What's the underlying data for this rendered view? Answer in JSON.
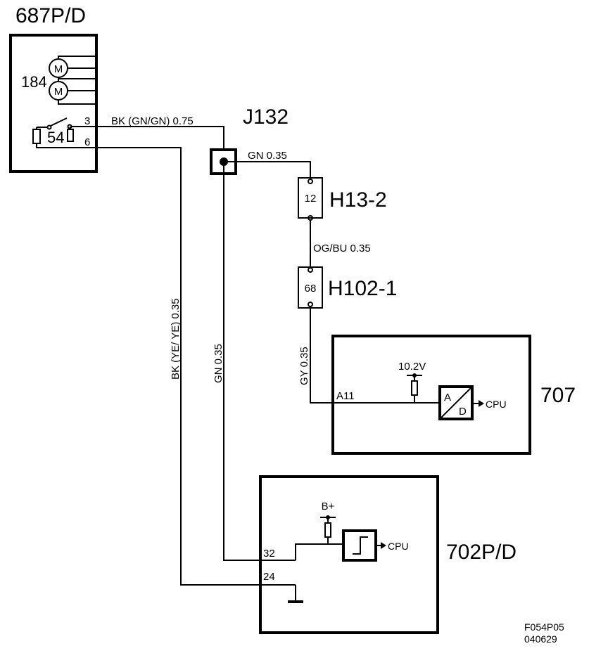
{
  "components": {
    "module_687": {
      "title": "687P/D",
      "motor_ref": "184",
      "motor_symbol": "M",
      "switch_ref": "54",
      "pin_a": "3",
      "pin_b": "6"
    },
    "junction": {
      "label": "J132"
    },
    "connector_h13": {
      "label": "H13-2",
      "pin": "12"
    },
    "connector_h102": {
      "label": "H102-1",
      "pin": "68"
    },
    "module_707": {
      "title": "707",
      "pin": "A11",
      "voltage": "10.2V",
      "adc_a": "A",
      "adc_d": "D",
      "output": "CPU"
    },
    "module_702": {
      "title": "702P/D",
      "pin_a": "32",
      "pin_b": "24",
      "supply": "B+",
      "output": "CPU"
    }
  },
  "wires": {
    "w1": "BK (GN/GN)  0.75",
    "w2": "GN  0.35",
    "w3": "OG/BU  0.35",
    "w4": "GY   0.35",
    "w5": "BK   (YE/ YE)   0.35",
    "w6": "GN  0.35"
  },
  "footer": {
    "code": "F054P05",
    "date": "040629"
  }
}
